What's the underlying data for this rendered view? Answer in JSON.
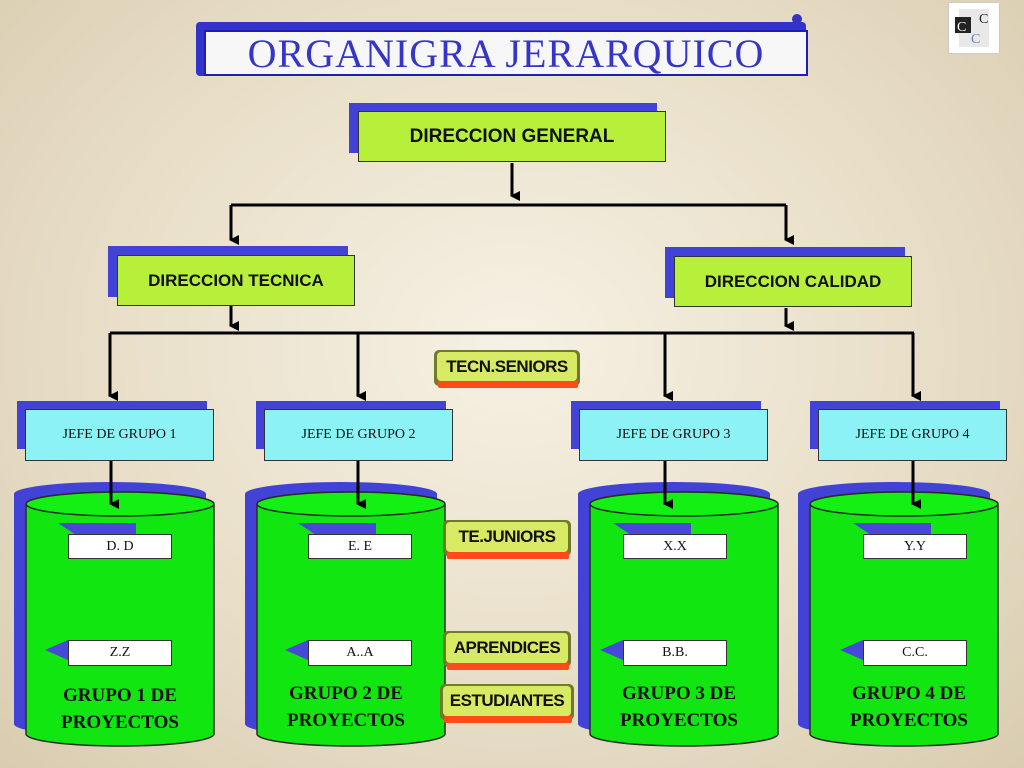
{
  "title": "ORGANIGRA JERARQUICO",
  "logo": {
    "letters": "C C C",
    "icon": "company-logo"
  },
  "colors": {
    "green_box": "#b6f03a",
    "cyan_box": "#8cf2f6",
    "cylinder": "#11e611",
    "shadow_blue": "#4242d6",
    "pill_label": "#d8ea63",
    "pill_underline": "#ff4a1a"
  },
  "nodes": {
    "direccion_general": "DIRECCION GENERAL",
    "direccion_tecnica": "DIRECCION TECNICA",
    "direccion_calidad": "DIRECCION CALIDAD"
  },
  "jefes": [
    "JEFE DE GRUPO 1",
    "JEFE DE GRUPO 2",
    "JEFE DE GRUPO 3",
    "JEFE DE GRUPO 4"
  ],
  "grupos": [
    {
      "junior": "D. D",
      "aprendiz": "Z.Z",
      "label_line1": "GRUPO 1 DE",
      "label_line2": "PROYECTOS"
    },
    {
      "junior": "E. E",
      "aprendiz": "A..A",
      "label_line1": "GRUPO 2 DE",
      "label_line2": "PROYECTOS"
    },
    {
      "junior": "X.X",
      "aprendiz": "B.B.",
      "label_line1": "GRUPO 3 DE",
      "label_line2": "PROYECTOS"
    },
    {
      "junior": "Y.Y",
      "aprendiz": "C.C.",
      "label_line1": "GRUPO 4 DE",
      "label_line2": "PROYECTOS"
    }
  ],
  "level_labels": {
    "seniors": "TECN.SENIORS",
    "juniors": "TE.JUNIORS",
    "aprendices": "APRENDICES",
    "estudiantes": "ESTUDIANTES"
  }
}
